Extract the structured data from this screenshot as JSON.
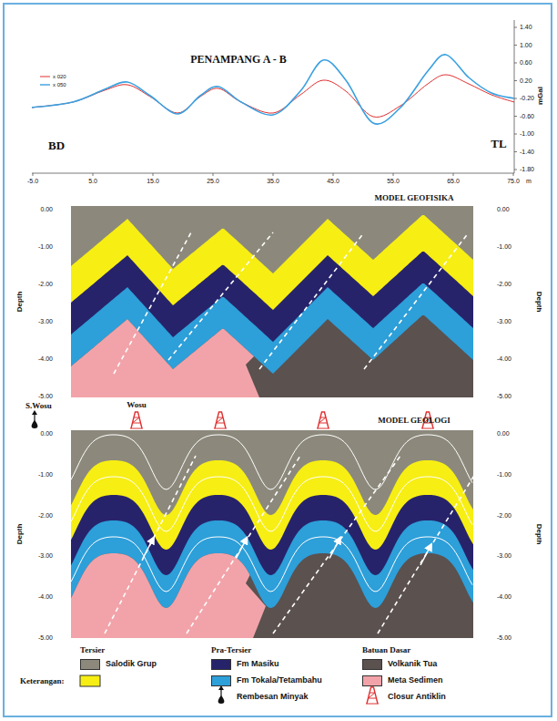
{
  "diagram": {
    "title": "PENAMPANG A - B",
    "labels": [
      "BD",
      "TL",
      "x 020",
      "x 050",
      "mGal",
      "1.40",
      "1.00",
      "0.60",
      "0.20",
      "-0.20",
      "-0.60",
      "-1.00",
      "-1.40",
      "-1.80",
      "-5.0",
      "5.0",
      "15.0",
      "25.0",
      "35.0",
      "45.0",
      "55.0",
      "65.0",
      "75.0",
      "m",
      "MODEL GEOFISIKA",
      "Depth",
      "0.00",
      "-1.00",
      "-2.00",
      "-3.00",
      "-4.00",
      "-5.00",
      "Depth",
      "0.00",
      "-1.00",
      "-2.00",
      "-3.00",
      "-4.00",
      "-5.00",
      "S.Wosu",
      "Wosu",
      "MODEL GEOLOGI",
      "Depth",
      "0.00",
      "-1.00",
      "-2.00",
      "-3.00",
      "-4.00",
      "-5.00",
      "Depth",
      "0.00",
      "-1.00",
      "-2.00",
      "-3.00",
      "-4.00",
      "-5.00",
      "Keterangan:",
      "Tersier",
      "Pra-Tersier",
      "Batuan Dasar"
    ],
    "legend": [
      {
        "text": "Salodik Grup",
        "color": "#8c897c"
      },
      {
        "text": "Fm Masiku",
        "color": "#27236b"
      },
      {
        "text": "Fm Tokala/Tetambahu",
        "color": "#2d9fd9"
      },
      {
        "text": "Volkanik Tua",
        "color": "#5b514f"
      },
      {
        "text": "Meta Sedimen",
        "color": "#f2a3a9"
      },
      {
        "text": "Rembesan Minyak"
      },
      {
        "text": "Closur Antiklin"
      }
    ]
  }
}
